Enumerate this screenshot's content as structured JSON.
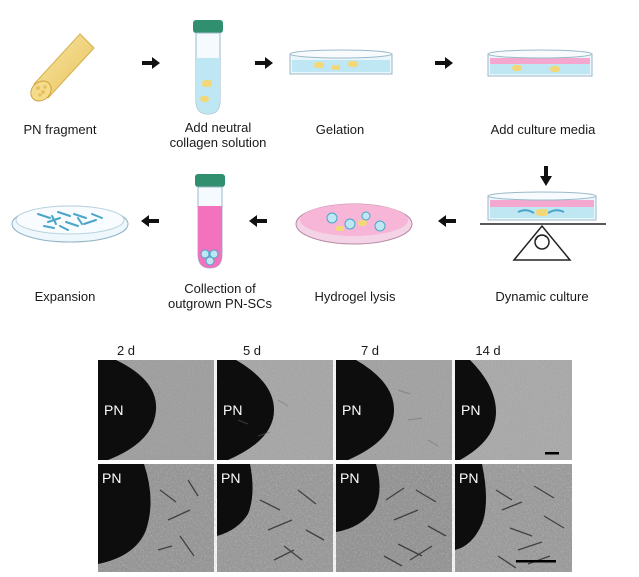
{
  "workflow": {
    "steps": [
      {
        "label": "PN fragment"
      },
      {
        "label": "Add neutral\ncollagen solution"
      },
      {
        "label": "Gelation"
      },
      {
        "label": "Add culture media"
      },
      {
        "label": "Dynamic culture"
      },
      {
        "label": "Hydrogel lysis"
      },
      {
        "label": "Collection of\noutgrown PN-SCs"
      },
      {
        "label": "Expansion"
      }
    ]
  },
  "micrographs": {
    "timepoints": [
      "2 d",
      "5 d",
      "7 d",
      "14 d"
    ],
    "tissue_label": "PN"
  },
  "colors": {
    "tissue": "#f2d879",
    "media": "#f4a8cf",
    "collagen": "#bfe6f3",
    "cap": "#2f8f6f",
    "cells": "#4aa6c8"
  }
}
